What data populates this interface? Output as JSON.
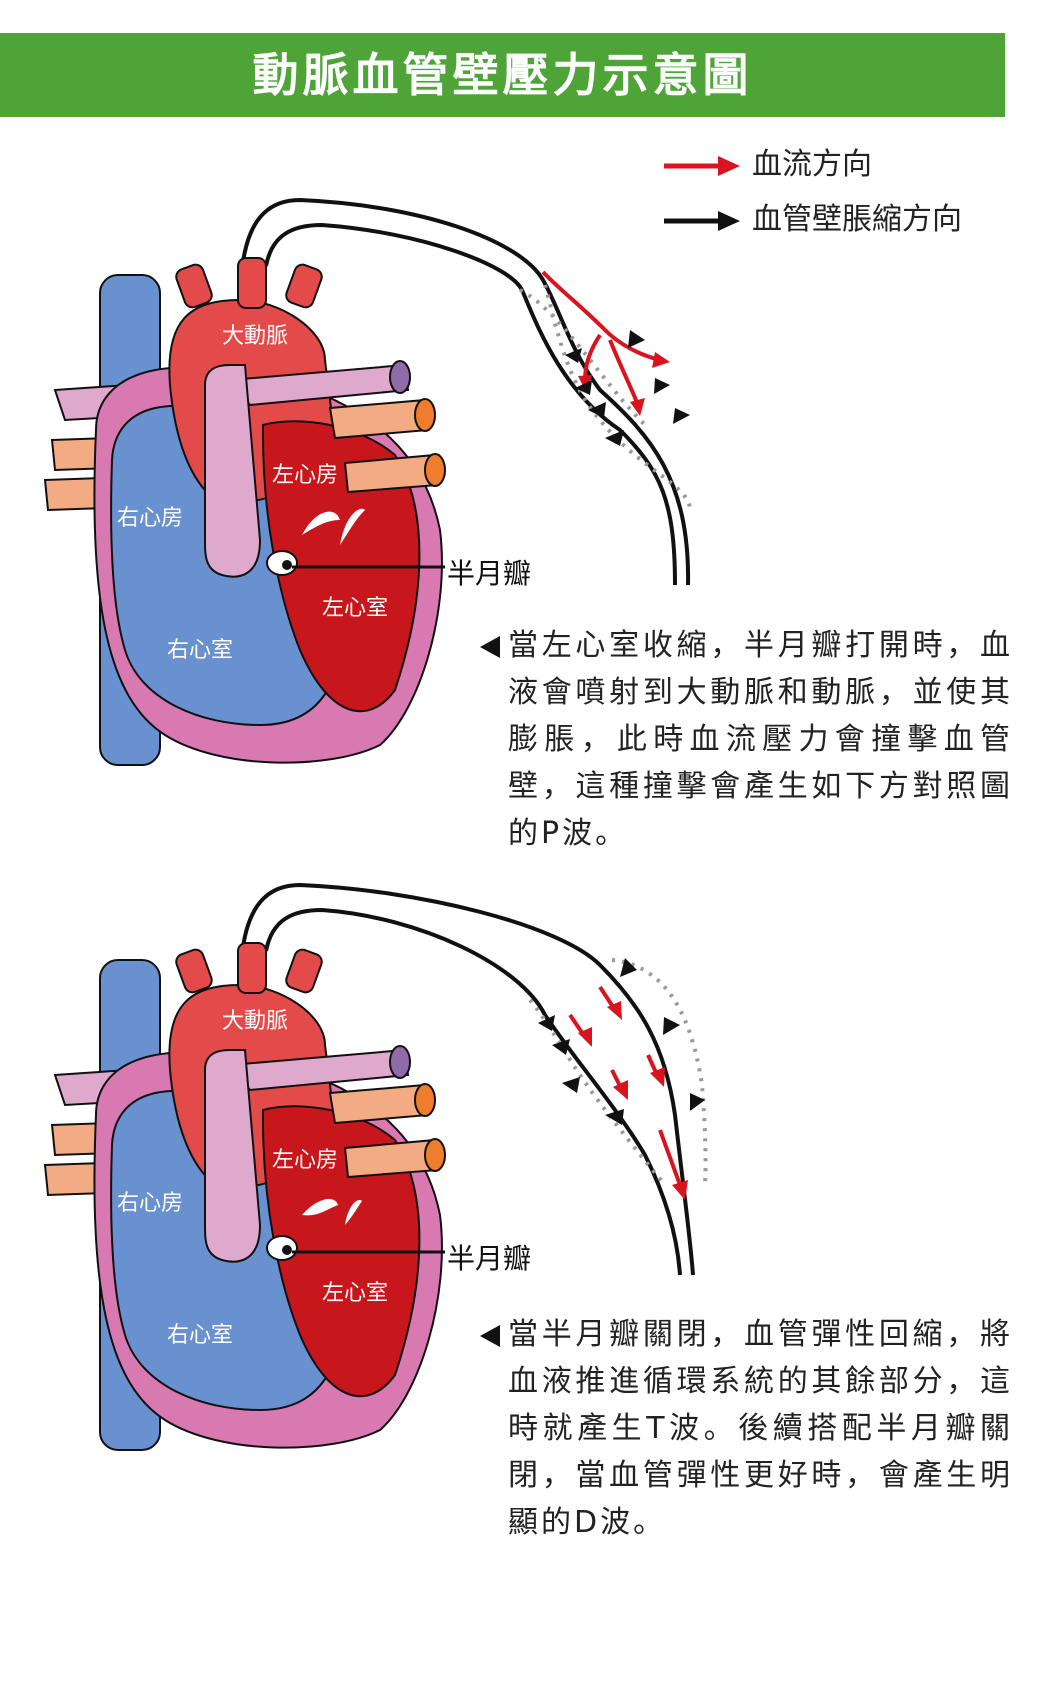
{
  "title": "動脈血管壁壓力示意圖",
  "colors": {
    "banner": "#4ea437",
    "blood_flow_arrow": "#d9141e",
    "wall_arrow": "#111111",
    "right_heart": "#6a91cf",
    "aorta": "#e24b4a",
    "left_heart": "#c8161d",
    "myocardium": "#d979b1",
    "pulmonary_artery": "#dfa9cd",
    "pulmonary_veins": "#f2ab82"
  },
  "legend": [
    {
      "label": "血流方向",
      "color": "#d9141e"
    },
    {
      "label": "血管壁脹縮方向",
      "color": "#111111"
    }
  ],
  "panels": [
    {
      "labels": {
        "aorta": "大動脈",
        "right_atrium": "右心房",
        "left_atrium": "左心房",
        "left_ventricle": "左心室",
        "right_ventricle": "右心室",
        "valve": "半月瓣"
      },
      "description": "當左心室收縮，半月瓣打開時，血液會噴射到大動脈和動脈，並使其膨脹，此時血流壓力會撞擊血管壁，這種撞擊會產生如下方對照圖的P波。"
    },
    {
      "labels": {
        "aorta": "大動脈",
        "right_atrium": "右心房",
        "left_atrium": "左心房",
        "left_ventricle": "左心室",
        "right_ventricle": "右心室",
        "valve": "半月瓣"
      },
      "description": "當半月瓣關閉，血管彈性回縮，將血液推進循環系統的其餘部分，這時就產生T波。後續搭配半月瓣關閉，當血管彈性更好時，會產生明顯的D波。"
    }
  ]
}
